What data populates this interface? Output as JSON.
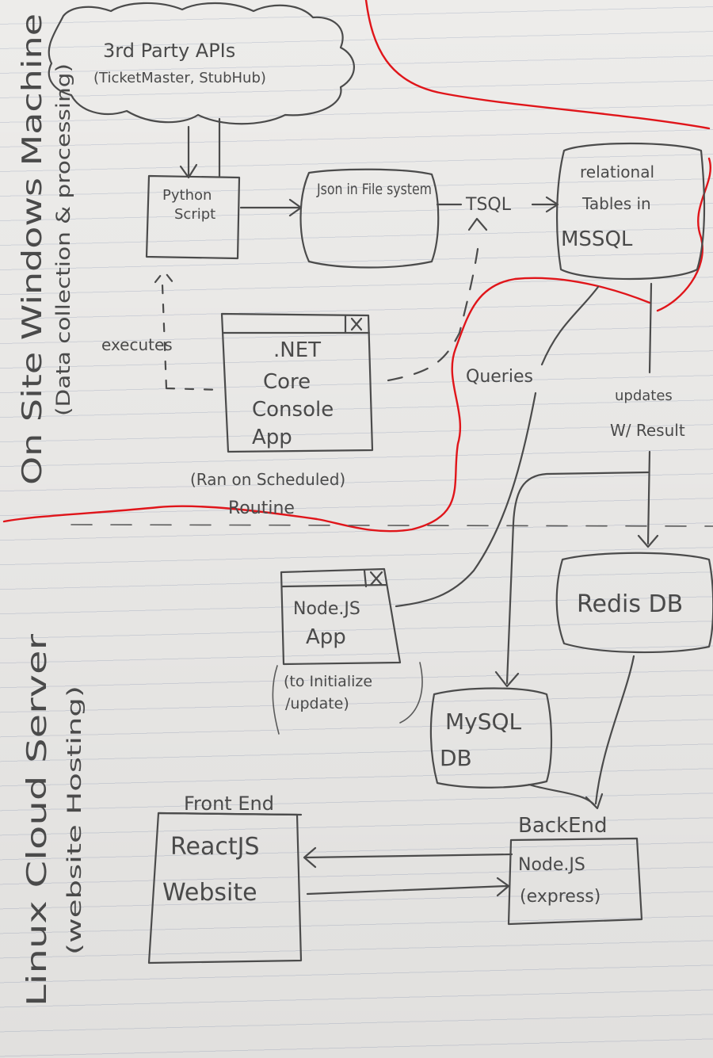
{
  "labels": {
    "apis_title": "3rd Party APIs",
    "apis_sub": "(TicketMaster, StubHub)",
    "python": "Python Script",
    "json": "Json in File system",
    "tsql": "TSQL",
    "mssql_1": "relational",
    "mssql_2": "Tables in",
    "mssql_3": "MSSQL",
    "executes": "executes",
    "dotnet_1": ".NET",
    "dotnet_2": "Core",
    "dotnet_3": "Console",
    "dotnet_4": "App",
    "dotnet_close": "X",
    "schedule_1": "(Ran on Scheduled)",
    "schedule_2": "Routine",
    "queries": "Queries",
    "updates_1": "updates",
    "updates_2": "W/ Result",
    "redis": "Redis DB",
    "nodeapp_1": "Node.JS",
    "nodeapp_2": "App",
    "nodeapp_close": "X",
    "nodeapp_note_1": "(to Initialize",
    "nodeapp_note_2": "/update)",
    "mysql_1": "MySQL",
    "mysql_2": "DB",
    "frontend_title": "Front End",
    "react_1": "ReactJS",
    "react_2": "Website",
    "backend_title": "BackEnd",
    "node_1": "Node.JS",
    "node_2": "(express)",
    "onsite_1": "On Site Windows Machine",
    "onsite_2": "(Data collection & processing)",
    "linux_1": "Linux Cloud Server",
    "linux_2": "(website Hosting)"
  },
  "colors": {
    "ink": "#4b4b4b",
    "boundary": "#e0151a",
    "paper": "#edecea"
  }
}
